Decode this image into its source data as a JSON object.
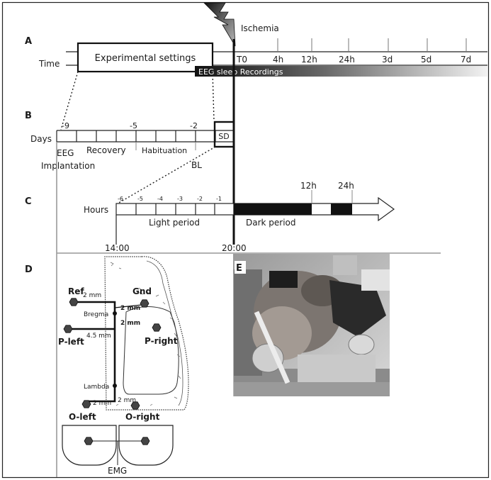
{
  "panels": {
    "a": "A",
    "b": "B",
    "c": "C",
    "d": "D",
    "e": "E"
  },
  "panel_a": {
    "ischemia": "Ischemia",
    "time_label": "Time",
    "settings_box": "Experimental settings",
    "timepoints": [
      "T0",
      "4h",
      "12h",
      "24h",
      "3d",
      "5d",
      "7d"
    ],
    "eeg_bar": "EEG sleep Recordings"
  },
  "panel_b": {
    "days_label": "Days",
    "ticks": [
      "-9",
      "-5",
      "-2"
    ],
    "sd_box": "SD",
    "phase_eeg": "EEG",
    "phase_implantation": "Implantation",
    "phase_recovery": "Recovery",
    "phase_habituation": "Habituation",
    "phase_bl": "BL"
  },
  "panel_c": {
    "hours_label": "Hours",
    "ticks": [
      "-6",
      "-5",
      "-4",
      "-3",
      "-2",
      "-1"
    ],
    "marks": [
      "12h",
      "24h"
    ],
    "light_period": "Light period",
    "dark_period": "Dark period",
    "time_start": "14:00",
    "time_mid": "20:00"
  },
  "panel_d": {
    "ref": "Ref",
    "gnd": "Gnd",
    "p_left": "P-left",
    "p_right": "P-right",
    "o_left": "O-left",
    "o_right": "O-right",
    "bregma": "Bregma",
    "lambda": "Lambda",
    "emg": "EMG",
    "dist_2mm_a": "2 mm",
    "dist_2mm_b": "2 mm",
    "dist_2mm_c": "2 mm",
    "dist_45mm": "4.5 mm",
    "dist_2mm_d": "2 mm",
    "dist_2mm_e": "2 mm",
    "electrode_icon": "electrode-hexagon-icon"
  },
  "panel_e": {
    "photo": "rat-in-stereotaxic-frame-photo"
  },
  "colors": {
    "ink": "#1a1a1a",
    "divider": "#999999",
    "gradient_start": "#111111",
    "gradient_end": "#f2f2f2"
  }
}
